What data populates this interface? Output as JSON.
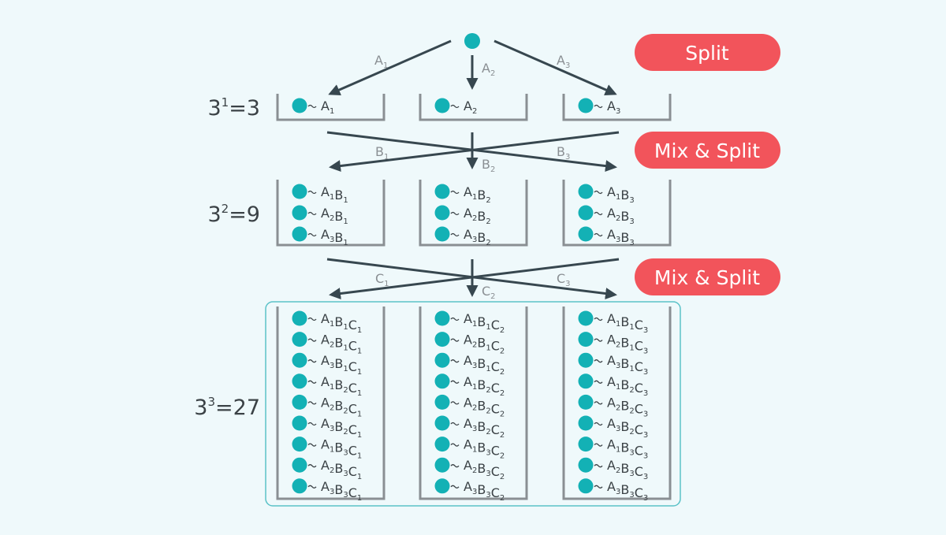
{
  "stages": {
    "split_label": "Split",
    "mix1_label": "Mix & Split",
    "mix2_label": "Mix & Split"
  },
  "counts": [
    {
      "base": "3",
      "exp": "1",
      "result": "=3"
    },
    {
      "base": "3",
      "exp": "2",
      "result": "=9"
    },
    {
      "base": "3",
      "exp": "3",
      "result": "=27"
    }
  ],
  "arrow_labels": {
    "round1": [
      [
        "A",
        "1"
      ],
      [
        "A",
        "2"
      ],
      [
        "A",
        "3"
      ]
    ],
    "round2": [
      [
        "B",
        "1"
      ],
      [
        "B",
        "2"
      ],
      [
        "B",
        "3"
      ]
    ],
    "round3": [
      [
        "C",
        "1"
      ],
      [
        "C",
        "2"
      ],
      [
        "C",
        "3"
      ]
    ]
  },
  "wells": {
    "round1": [
      [
        [
          "A1"
        ]
      ],
      [
        [
          "A2"
        ]
      ],
      [
        [
          "A3"
        ]
      ]
    ],
    "round2": [
      [
        [
          "A1",
          "B1"
        ],
        [
          "A2",
          "B1"
        ],
        [
          "A3",
          "B1"
        ]
      ],
      [
        [
          "A1",
          "B2"
        ],
        [
          "A2",
          "B2"
        ],
        [
          "A3",
          "B2"
        ]
      ],
      [
        [
          "A1",
          "B3"
        ],
        [
          "A2",
          "B3"
        ],
        [
          "A3",
          "B3"
        ]
      ]
    ],
    "round3": [
      [
        [
          "A1",
          "B1",
          "C1"
        ],
        [
          "A2",
          "B1",
          "C1"
        ],
        [
          "A3",
          "B1",
          "C1"
        ],
        [
          "A1",
          "B2",
          "C1"
        ],
        [
          "A2",
          "B2",
          "C1"
        ],
        [
          "A3",
          "B2",
          "C1"
        ],
        [
          "A1",
          "B3",
          "C1"
        ],
        [
          "A2",
          "B3",
          "C1"
        ],
        [
          "A3",
          "B3",
          "C1"
        ]
      ],
      [
        [
          "A1",
          "B1",
          "C2"
        ],
        [
          "A2",
          "B1",
          "C2"
        ],
        [
          "A3",
          "B1",
          "C2"
        ],
        [
          "A1",
          "B2",
          "C2"
        ],
        [
          "A2",
          "B2",
          "C2"
        ],
        [
          "A3",
          "B2",
          "C2"
        ],
        [
          "A1",
          "B3",
          "C2"
        ],
        [
          "A2",
          "B3",
          "C2"
        ],
        [
          "A3",
          "B3",
          "C2"
        ]
      ],
      [
        [
          "A1",
          "B1",
          "C3"
        ],
        [
          "A2",
          "B1",
          "C3"
        ],
        [
          "A3",
          "B1",
          "C3"
        ],
        [
          "A1",
          "B2",
          "C3"
        ],
        [
          "A2",
          "B2",
          "C3"
        ],
        [
          "A3",
          "B2",
          "C3"
        ],
        [
          "A1",
          "B3",
          "C3"
        ],
        [
          "A2",
          "B3",
          "C3"
        ],
        [
          "A3",
          "B3",
          "C3"
        ]
      ]
    ]
  },
  "colors": {
    "bead": "#13b1b5",
    "arrow": "#37474f",
    "well": "#8a8f93",
    "badge": "#f2545b",
    "label_gray": "#8a8f93",
    "text": "#3b4246",
    "highlight_box": "#5bc2c8"
  }
}
